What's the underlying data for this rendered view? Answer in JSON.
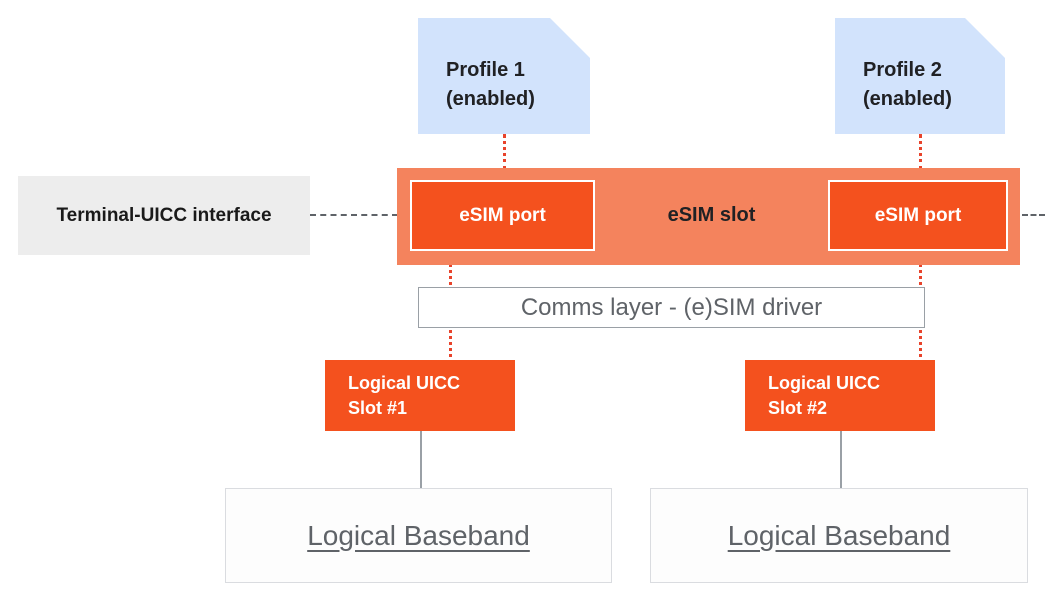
{
  "profiles": [
    {
      "title": "Profile 1",
      "status": "(enabled)"
    },
    {
      "title": "Profile 2",
      "status": "(enabled)"
    }
  ],
  "terminal_interface": {
    "label": "Terminal-UICC interface"
  },
  "esim": {
    "slot_label": "eSIM slot",
    "ports": [
      {
        "label": "eSIM port"
      },
      {
        "label": "eSIM port"
      }
    ]
  },
  "comms_layer": {
    "label": "Comms layer - (e)SIM driver"
  },
  "logical_uicc_slots": [
    {
      "line1": "Logical UICC",
      "line2": "Slot #1"
    },
    {
      "line1": "Logical UICC",
      "line2": "Slot #2"
    }
  ],
  "basebands": [
    {
      "label": "Logical  Baseband"
    },
    {
      "label": "Logical Baseband"
    }
  ],
  "colors": {
    "profile_bg": "#d2e3fc",
    "esim_slot_bg": "#f4835d",
    "esim_port_bg": "#f4511e",
    "port_border": "#ffffff",
    "uicc_slot_bg": "#f4511e",
    "terminal_bg": "#ededed",
    "dotted_line_red": "#e8432b",
    "dashed_line_gray": "#5f6368",
    "muted_text": "#5f6368",
    "dark_text": "#202124"
  }
}
